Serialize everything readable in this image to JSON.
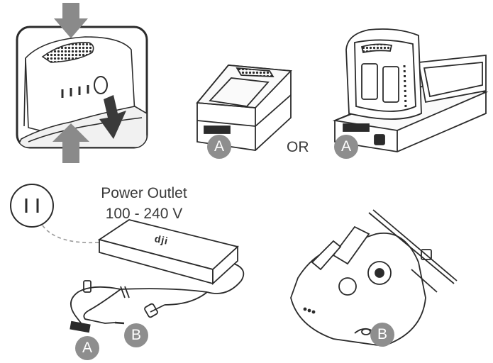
{
  "power_outlet": {
    "title": "Power Outlet",
    "voltage": "100 - 240 V"
  },
  "separator": "OR",
  "badges": {
    "a": "A",
    "b": "B"
  },
  "adapter_logo": "dji",
  "colors": {
    "line": "#2b2b2b",
    "badge": "#8e8e8e",
    "gray_arrow": "#8a8a8a",
    "dark_arrow": "#3a3a3a"
  }
}
